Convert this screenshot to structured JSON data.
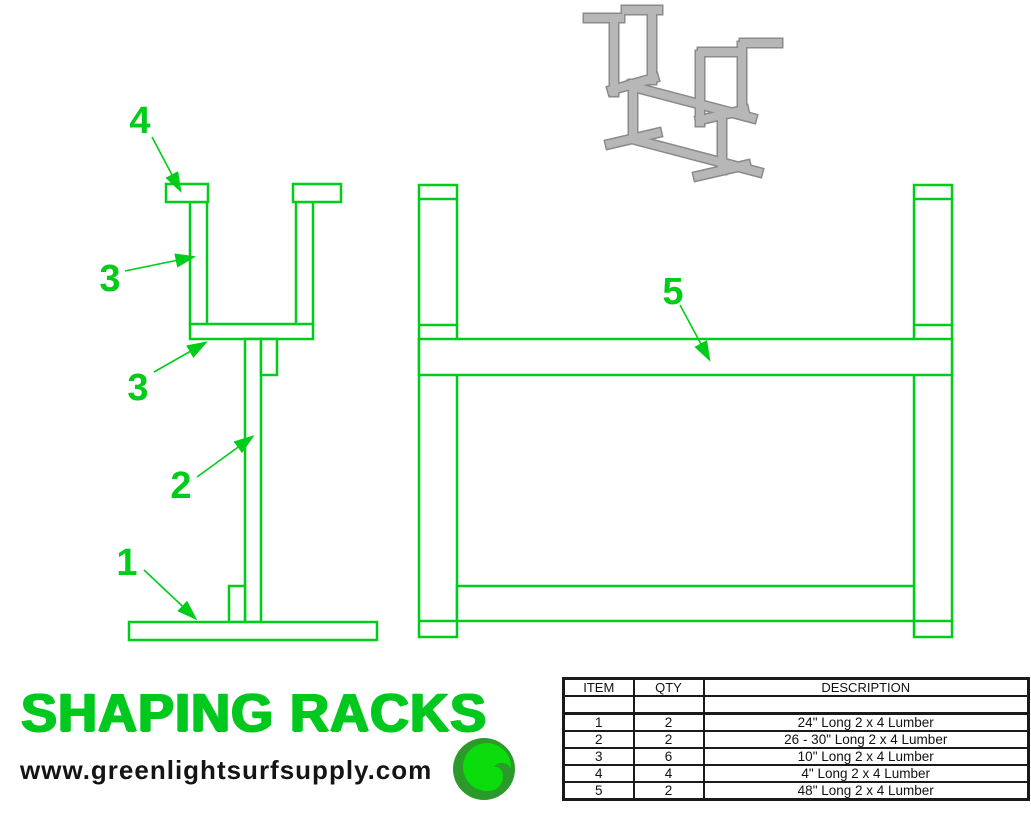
{
  "page": {
    "title": "SHAPING RACKS",
    "website": "www.greenlightsurfsupply.com"
  },
  "colors": {
    "drawing_green": "#00cd1a",
    "title_green": "#00c81e",
    "text_black": "#141414",
    "render_gray": "#b7b7b7",
    "render_gray_dark": "#8a8a8a",
    "logo_dark_green": "#2b9a2b",
    "logo_bright_green": "#0bdc0b"
  },
  "callouts": {
    "front_view": [
      "4",
      "3",
      "3",
      "2",
      "1"
    ],
    "side_view": [
      "5"
    ]
  },
  "parts_table": {
    "headers": [
      "ITEM",
      "QTY",
      "DESCRIPTION"
    ],
    "rows": [
      [
        "",
        "",
        ""
      ],
      [
        "1",
        "2",
        "24\" Long 2 x 4 Lumber"
      ],
      [
        "2",
        "2",
        "26 - 30\" Long 2 x 4 Lumber"
      ],
      [
        "3",
        "6",
        "10\" Long 2 x 4 Lumber"
      ],
      [
        "4",
        "4",
        "4\" Long 2 x 4 Lumber"
      ],
      [
        "5",
        "2",
        "48\" Long 2 x 4 Lumber"
      ]
    ]
  }
}
